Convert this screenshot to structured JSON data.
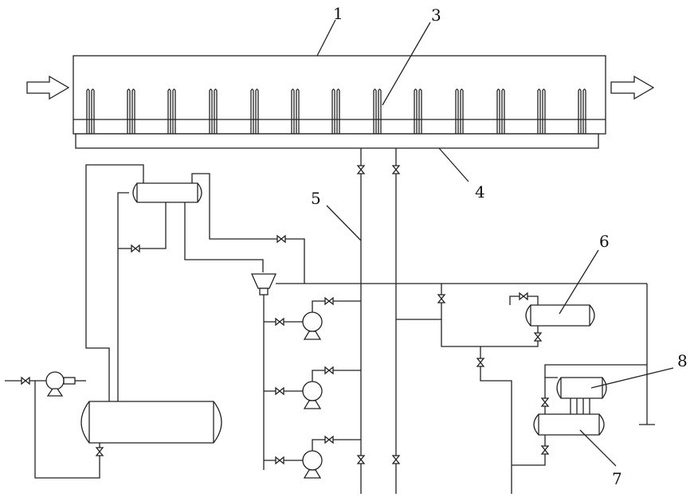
{
  "labels": {
    "l1": "1",
    "l3": "3",
    "l4": "4",
    "l5": "5",
    "l6": "6",
    "l7": "7",
    "l8": "8"
  }
}
